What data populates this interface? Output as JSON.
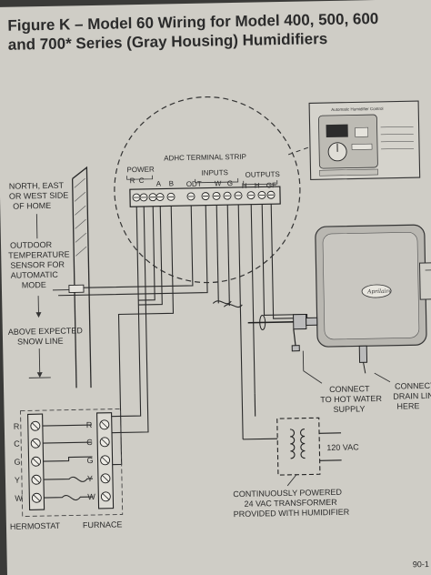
{
  "title": {
    "line1": "Figure K – Model 60 Wiring for Model 400, 500, 600",
    "line2": "and 700* Series (Gray Housing) Humidifiers"
  },
  "terminal_strip": {
    "title": "ADHC TERMINAL STRIP",
    "power_label": "POWER",
    "inputs_label": "INPUTS",
    "outputs_label": "OUTPUTS",
    "terminals": [
      "R",
      "C",
      "A",
      "B",
      "ODT",
      "W",
      "G",
      "H",
      "H",
      "GF"
    ]
  },
  "left_labels": {
    "wall": [
      "NORTH, EAST",
      "OR WEST SIDE",
      "OF HOME"
    ],
    "sensor": [
      "OUTDOOR",
      "TEMPERATURE",
      "SENSOR FOR",
      "AUTOMATIC",
      "MODE"
    ],
    "snow": [
      "ABOVE EXPECTED",
      "SNOW LINE"
    ]
  },
  "devices": {
    "thermostat": "HERMOSTAT",
    "furnace": "FURNACE",
    "thermostat_terminals": [
      "R",
      "C",
      "G",
      "Y",
      "W"
    ],
    "furnace_terminals": [
      "R",
      "C",
      "G",
      "Y",
      "W"
    ]
  },
  "connections": {
    "hot_water": [
      "CONNECT",
      "TO HOT WATER",
      "SUPPLY"
    ],
    "drain": [
      "CONNECT",
      "DRAIN LINE",
      "HERE"
    ]
  },
  "transformer": {
    "voltage": "120 VAC",
    "label": [
      "CONTINUOUSLY POWERED",
      "24 VAC TRANSFORMER",
      "PROVIDED WITH HUMIDIFIER"
    ]
  },
  "humidifier": {
    "brand": "Aprilaire"
  },
  "control_inset": {
    "title": "Automatic Humidifier Control"
  },
  "page_number": "90-1"
}
